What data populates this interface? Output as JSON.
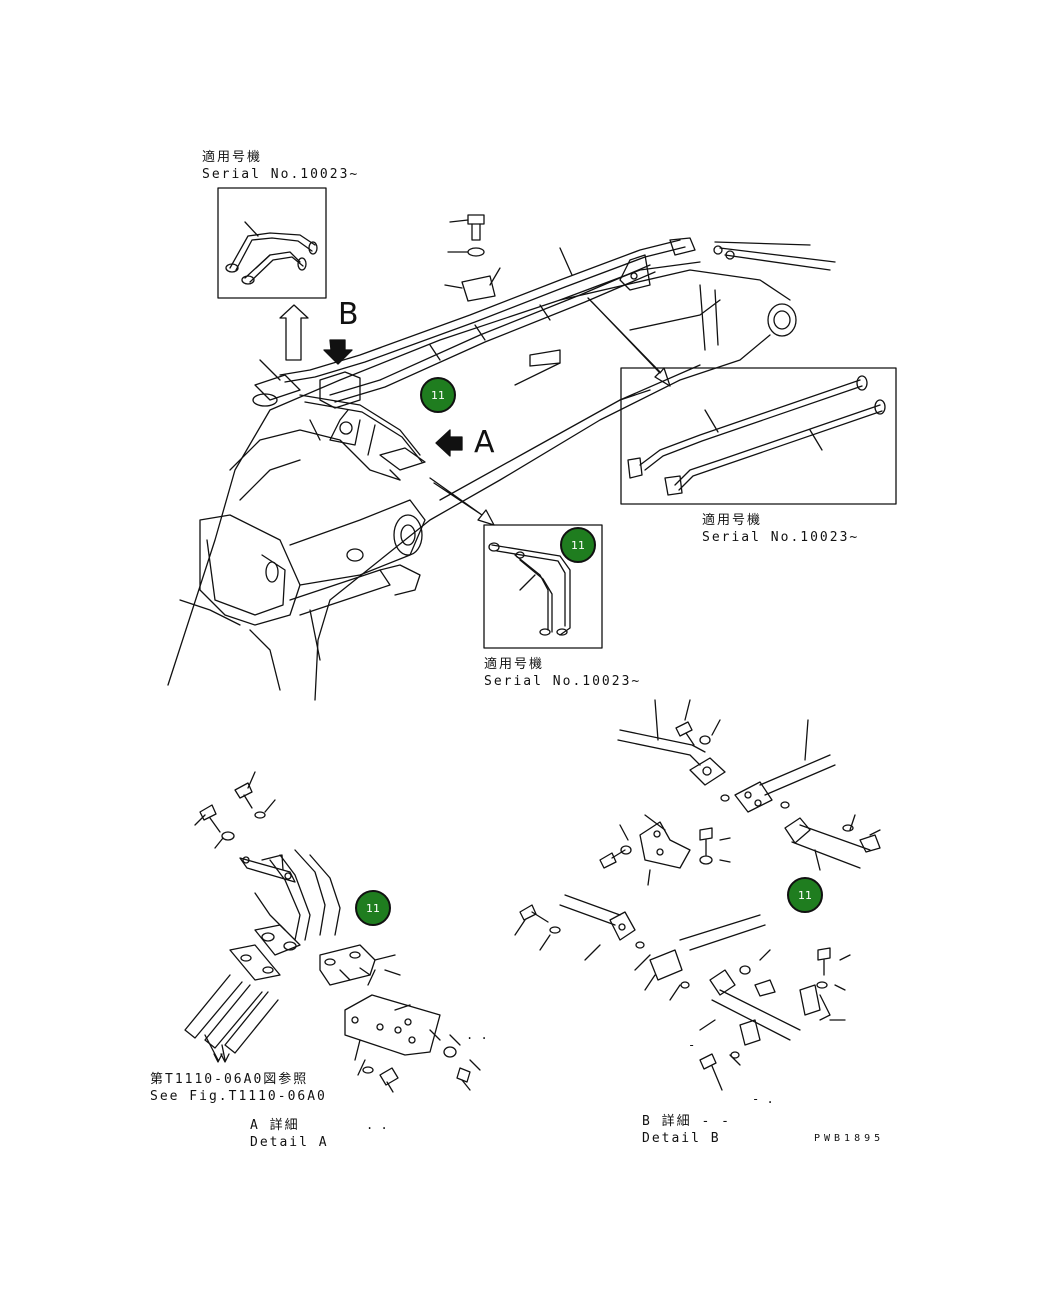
{
  "serial_blocks": [
    {
      "jp": "適用号機",
      "en": "Serial No.10023~"
    },
    {
      "jp": "適用号機",
      "en": "Serial No.10023~"
    },
    {
      "jp": "適用号機",
      "en": "Serial No.10023~"
    }
  ],
  "view_letters": {
    "a": "A",
    "b": "B"
  },
  "part_number": "11",
  "reference": {
    "jp": "第T1110-06A0図参照",
    "en": "See Fig.T1110-06A0"
  },
  "detail_a": {
    "jp": "A 詳細",
    "en": "Detail A",
    "marks": ". ."
  },
  "detail_b": {
    "jp": "B 詳細 - -",
    "en": "Detail B"
  },
  "drawing_code": "PWB1895",
  "stray_marks": {
    "m1": ". .",
    "m2": "-",
    "m3": "- ."
  },
  "colors": {
    "badge_fill": "#1f7d1f",
    "line": "#111111"
  }
}
